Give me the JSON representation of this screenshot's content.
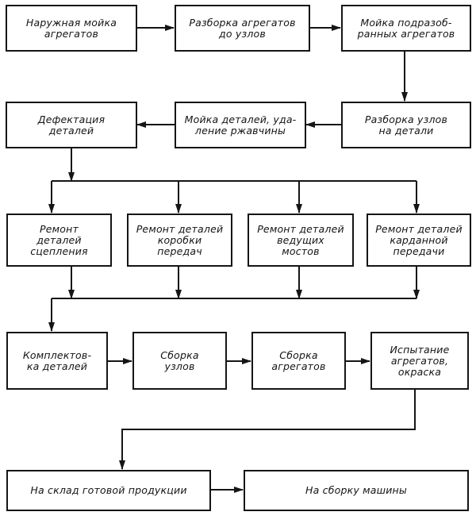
{
  "diagram": {
    "type": "flowchart",
    "nodes": {
      "n1": "Наружная мойка\nагрегатов",
      "n2": "Разборка агрегатов\nдо узлов",
      "n3": "Мойка подразоб-\nранных агрегатов",
      "n4": "Разборка узлов\nна   детали",
      "n5": "Мойка деталей, уда-\nление ржавчины",
      "n6": "Дефектация\nдеталей",
      "n7": "Ремонт\nдеталей\nсцепления",
      "n8": "Ремонт деталей\nкоробки\nпередач",
      "n9": "Ремонт деталей\nведущих\nмостов",
      "n10": "Ремонт деталей\nкарданной\nпередачи",
      "n11": "Комплектов-\nка деталей",
      "n12": "Сборка\nузлов",
      "n13": "Сборка\nагрегатов",
      "n14": "Испытание\nагрегатов,\nокраска",
      "n15": "На склад готовой продукции",
      "n16": "На сборку  машины"
    },
    "edges": [
      [
        "n1",
        "n2"
      ],
      [
        "n2",
        "n3"
      ],
      [
        "n3",
        "n4"
      ],
      [
        "n4",
        "n5"
      ],
      [
        "n5",
        "n6"
      ],
      [
        "n6",
        "n7"
      ],
      [
        "n6",
        "n8"
      ],
      [
        "n6",
        "n9"
      ],
      [
        "n6",
        "n10"
      ],
      [
        "n7",
        "n11"
      ],
      [
        "n8",
        "n11"
      ],
      [
        "n9",
        "n11"
      ],
      [
        "n10",
        "n11"
      ],
      [
        "n11",
        "n12"
      ],
      [
        "n12",
        "n13"
      ],
      [
        "n13",
        "n14"
      ],
      [
        "n14",
        "n15"
      ],
      [
        "n15",
        "n16"
      ]
    ]
  }
}
